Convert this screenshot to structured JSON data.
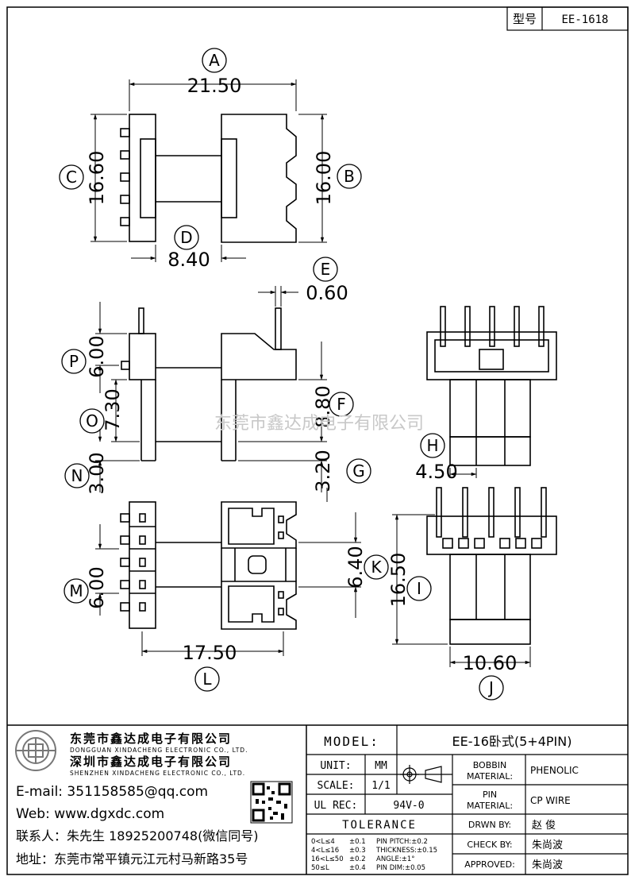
{
  "model_box": {
    "label": "型号",
    "value": "EE-1618"
  },
  "dims": {
    "A": {
      "letter": "A",
      "value": "21.50"
    },
    "B": {
      "letter": "B",
      "value": "16.00"
    },
    "C": {
      "letter": "C",
      "value": "16.60"
    },
    "D": {
      "letter": "D",
      "value": "8.40"
    },
    "E": {
      "letter": "E",
      "value": "0.60"
    },
    "F": {
      "letter": "F",
      "value": "8.80"
    },
    "G": {
      "letter": "G",
      "value": "3.20"
    },
    "H": {
      "letter": "H",
      "value": "4.50"
    },
    "I": {
      "letter": "I",
      "value": "16.50"
    },
    "J": {
      "letter": "J",
      "value": "10.60"
    },
    "K": {
      "letter": "K",
      "value": "6.40"
    },
    "L": {
      "letter": "L",
      "value": "17.50"
    },
    "M": {
      "letter": "M",
      "value": "6.00"
    },
    "N": {
      "letter": "N",
      "value": "3.00"
    },
    "O": {
      "letter": "O",
      "value": "7.30"
    },
    "P": {
      "letter": "P",
      "value": "6.00"
    }
  },
  "watermark": "东莞市鑫达成电子有限公司",
  "company": {
    "name_cn_1": "东莞市鑫达成电子有限公司",
    "name_en_1": "DONGGUAN XINDACHENG ELECTRONIC CO., LTD.",
    "name_cn_2": "深圳市鑫达成电子有限公司",
    "name_en_2": "SHENZHEN XINDACHENG ELECTRONIC CO., LTD.",
    "email": "E-mail: 351158585@qq.com",
    "web": "Web: www.dgxdc.com",
    "contact": "联系人：朱先生 18925200748(微信同号)",
    "address": "地址：东莞市常平镇元江元村马新路35号"
  },
  "title_block": {
    "model_label": "MODEL:",
    "model_value": "EE-16卧式(5+4PIN)",
    "unit_label": "UNIT:",
    "unit_value": "MM",
    "scale_label": "SCALE:",
    "scale_value": "1/1",
    "ulrec_label": "UL REC:",
    "ulrec_value": "94V-0",
    "tolerance_label": "TOLERANCE",
    "tol_rows": [
      {
        "range": "0<L≤4",
        "val": "±0.1",
        "item": "PIN PITCH:±0.2"
      },
      {
        "range": "4<L≤16",
        "val": "±0.3",
        "item": "THICKNESS:±0.15"
      },
      {
        "range": "16<L≤50",
        "val": "±0.2",
        "item": "ANGLE:±1°"
      },
      {
        "range": "50≤L",
        "val": "±0.4",
        "item": "PIN DIM:±0.05"
      }
    ],
    "bobbin_label_1": "BOBBIN",
    "bobbin_label_2": "MATERIAL:",
    "bobbin_value": "PHENOLIC",
    "pin_label_1": "PIN",
    "pin_label_2": "MATERIAL:",
    "pin_value": "CP WIRE",
    "drawn_label": "DRWN BY:",
    "drawn_value": "赵  俊",
    "check_label": "CHECK BY:",
    "check_value": "朱尚波",
    "approved_label": "APPROVED:",
    "approved_value": "朱尚波"
  }
}
